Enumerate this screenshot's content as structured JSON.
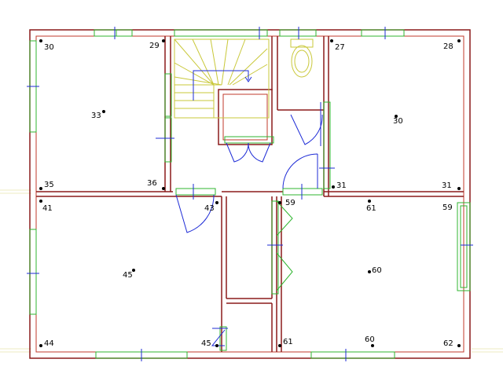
{
  "plan": {
    "colors": {
      "wall": "#8b1a1a",
      "wall_inner": "#c0392b",
      "window": "#2fb52f",
      "door": "#1d2bd6",
      "fixture": "#c9c83a",
      "grid": "#e6e3a8"
    },
    "labels": {
      "l30a": "30",
      "l29": "29",
      "l27": "27",
      "l28": "28",
      "l33": "33",
      "l30b": "30",
      "l35": "35",
      "l36": "36",
      "l31a": "31",
      "l31b": "31",
      "l41": "41",
      "l43": "43",
      "l59a": "59",
      "l61a": "61",
      "l59b": "59",
      "l45a": "45",
      "l60a": "60",
      "l44": "44",
      "l45b": "45",
      "l61b": "61",
      "l60b": "60",
      "l62": "62"
    }
  }
}
